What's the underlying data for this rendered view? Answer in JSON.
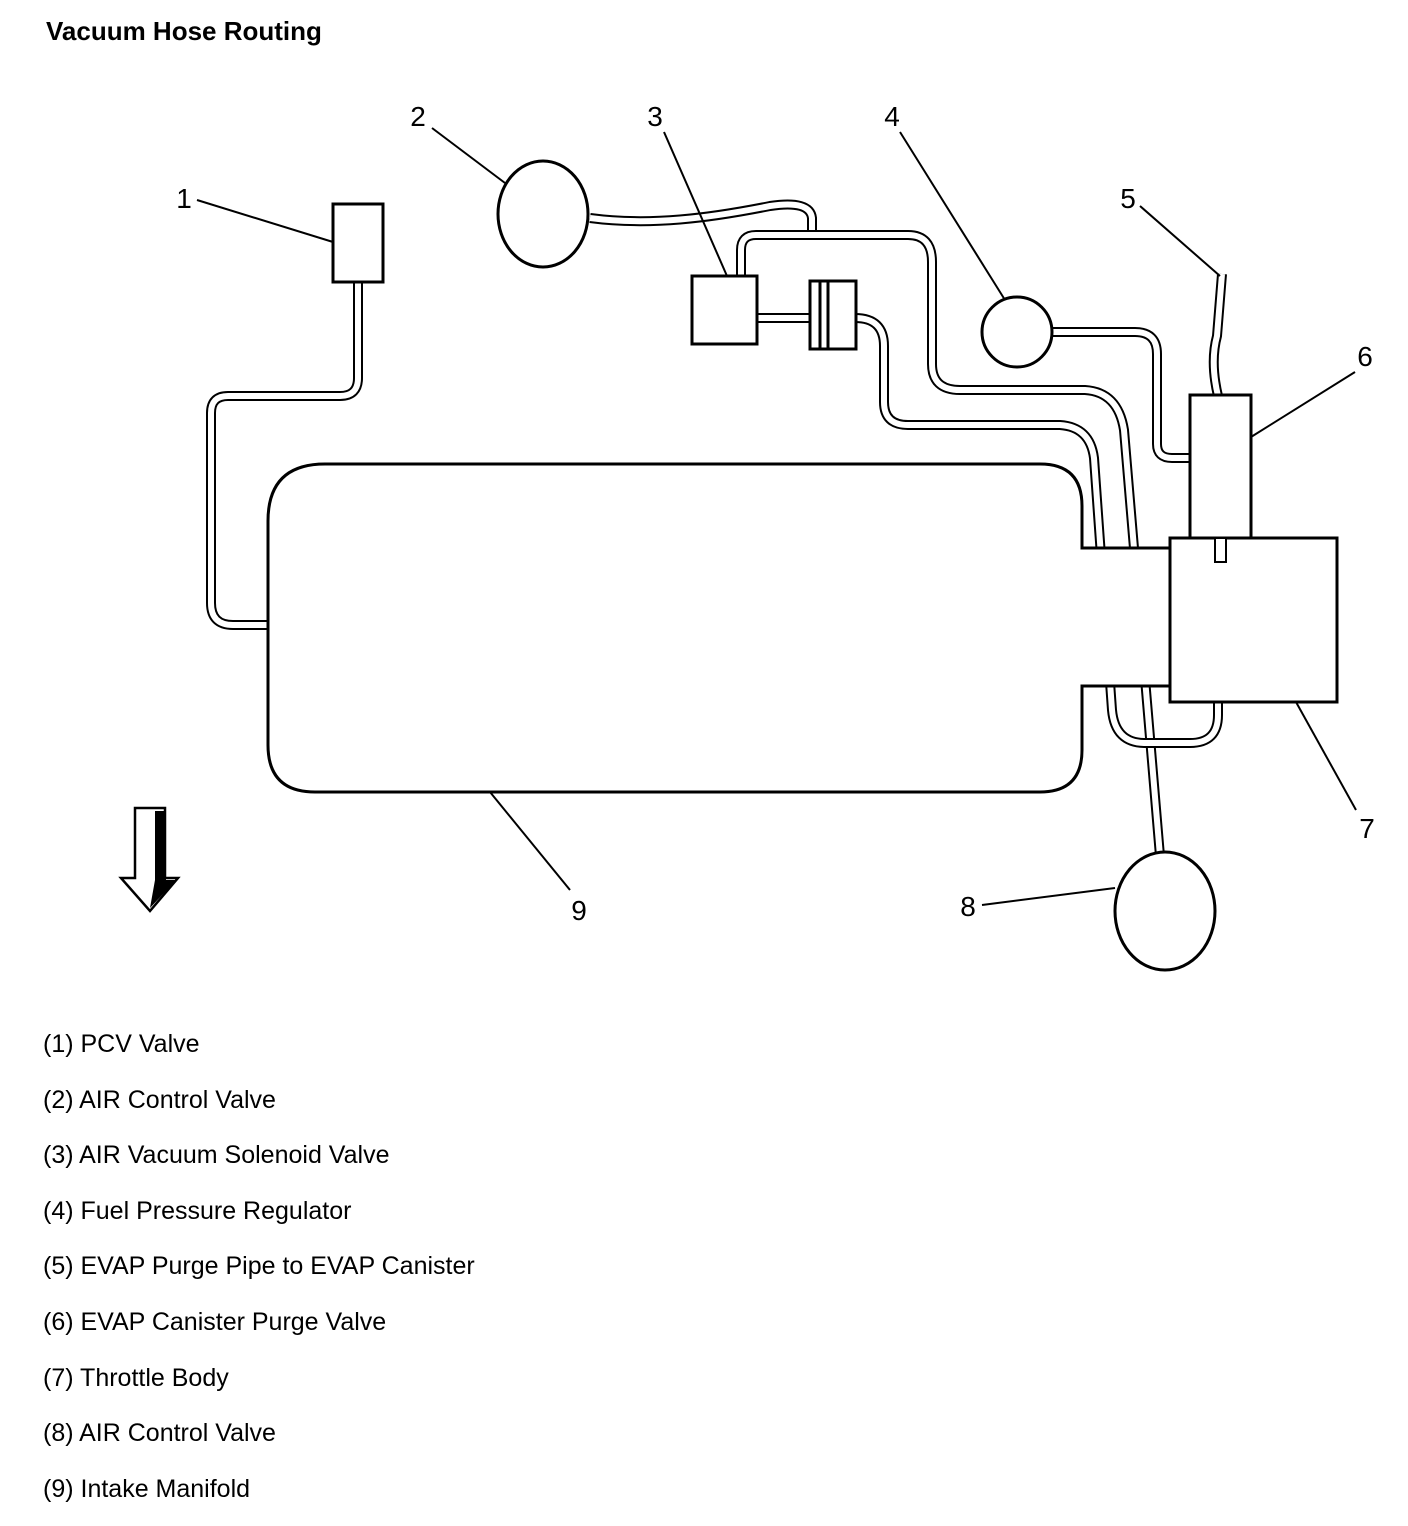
{
  "title": "Vacuum Hose Routing",
  "callouts": [
    {
      "number": "1",
      "name": "PCV Valve"
    },
    {
      "number": "2",
      "name": "AIR Control Valve"
    },
    {
      "number": "3",
      "name": "AIR Vacuum Solenoid Valve"
    },
    {
      "number": "4",
      "name": "Fuel Pressure Regulator"
    },
    {
      "number": "5",
      "name": "EVAP Purge Pipe to EVAP Canister"
    },
    {
      "number": "6",
      "name": "EVAP Canister Purge Valve"
    },
    {
      "number": "7",
      "name": "Throttle Body"
    },
    {
      "number": "8",
      "name": "AIR Control Valve"
    },
    {
      "number": "9",
      "name": "Intake Manifold"
    }
  ],
  "legend": [
    "(1) PCV Valve",
    "(2) AIR Control Valve",
    "(3) AIR Vacuum Solenoid Valve",
    "(4) Fuel Pressure Regulator",
    "(5) EVAP Purge Pipe to EVAP Canister",
    "(6) EVAP Canister Purge Valve",
    "(7) Throttle Body",
    "(8) AIR Control Valve",
    "(9) Intake Manifold"
  ],
  "front_arrow_icon": "down-arrow-icon"
}
